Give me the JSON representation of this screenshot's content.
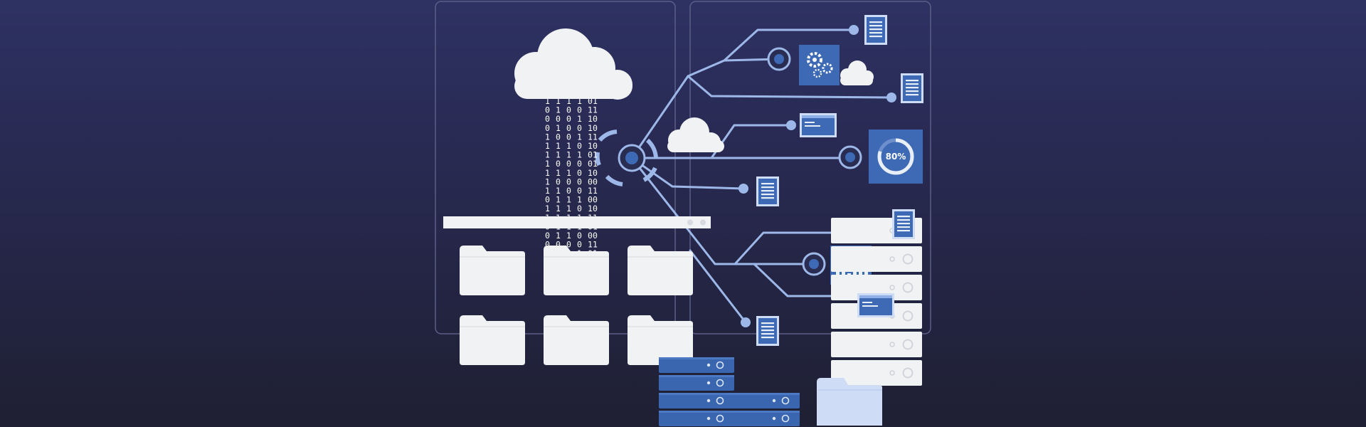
{
  "illustration": {
    "binary_columns": [
      "1000111111101100000",
      "1101011010111111001",
      "1000011010011111001",
      "1010101000010110010",
      "0111110010101100101",
      "1100101100100110111"
    ],
    "gauge_label": "80%",
    "gauge_value": 0.8,
    "colors": {
      "background": "#252644",
      "accent_blue": "#3d69b5",
      "line_blue": "#9db8e8",
      "light": "#f3f4f6"
    }
  }
}
